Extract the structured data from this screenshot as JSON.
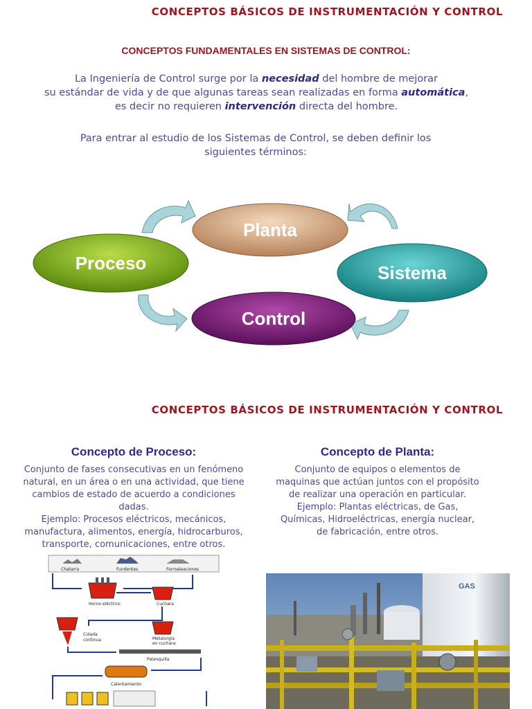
{
  "page_title_1": "CONCEPTOS BÁSICOS DE INSTRUMENTACIÓN Y CONTROL",
  "section_heading": "CONCEPTOS FUNDAMENTALES EN SISTEMAS DE CONTROL:",
  "intro": {
    "p1_a": "La Ingeniería de Control surge por la ",
    "p1_b": "necesidad",
    "p1_c": " del hombre de mejorar",
    "p1_d": "su estándar de vida y de que algunas tareas sean realizadas en forma ",
    "p1_e": "automática",
    "p1_f": ",",
    "p1_g": "es decir no requieren ",
    "p1_h": "intervención",
    "p1_i": " directa del hombre.",
    "p2_a": "Para entrar al estudio de los Sistemas de Control, se deben definir los",
    "p2_b": "siguientes términos:"
  },
  "diagram": {
    "proceso": "Proceso",
    "planta": "Planta",
    "sistema": "Sistema",
    "control": "Control",
    "colors": {
      "proceso": "#6a9a10",
      "planta": "#c9966a",
      "sistema": "#1f9a9a",
      "control": "#6e1a6e",
      "arrow": "#a8d4da"
    }
  },
  "page_title_2": "CONCEPTOS BÁSICOS DE INSTRUMENTACIÓN Y CONTROL",
  "proceso_col": {
    "heading": "Concepto de Proceso:",
    "l1": "Conjunto de fases consecutivas en un fenómeno",
    "l2": "natural, en un área o en una actividad,  que tiene",
    "l3": "cambios de estado de acuerdo a condiciones",
    "l4": "dadas.",
    "l5": "Ejemplo: Procesos eléctricos, mecánicos,",
    "l6": "manufactura, alimentos, energía, hidrocarburos,",
    "l7": "transporte, comunicaciones, entre otros."
  },
  "planta_col": {
    "heading": "Concepto de Planta:",
    "l1": "Conjunto de equipos o elementos de",
    "l2": "maquinas que actúan juntos con el propósito",
    "l3": "de realizar una operación en particular.",
    "l4": "Ejemplo: Plantas eléctricas, de Gas,",
    "l5": "Químicas, Hidroeléctricas, energía nuclear,",
    "l6": "de fabricación, entre otros."
  },
  "flow_image": {
    "chatarra": "Chatarra",
    "fundentes": "Fundentes",
    "ferroaleaciones": "Ferroaleaciones",
    "horno": "Horno eléctrico",
    "cuchara": "Cuchara",
    "colada_1": "Colada",
    "colada_2": "continua",
    "metalurgia_1": "Metalurgia",
    "metalurgia_2": "en cuchara",
    "palanquilla": "Palanquilla",
    "calentamiento": "Calentamiento"
  },
  "plant_image": {
    "tank_label": "GAS"
  }
}
